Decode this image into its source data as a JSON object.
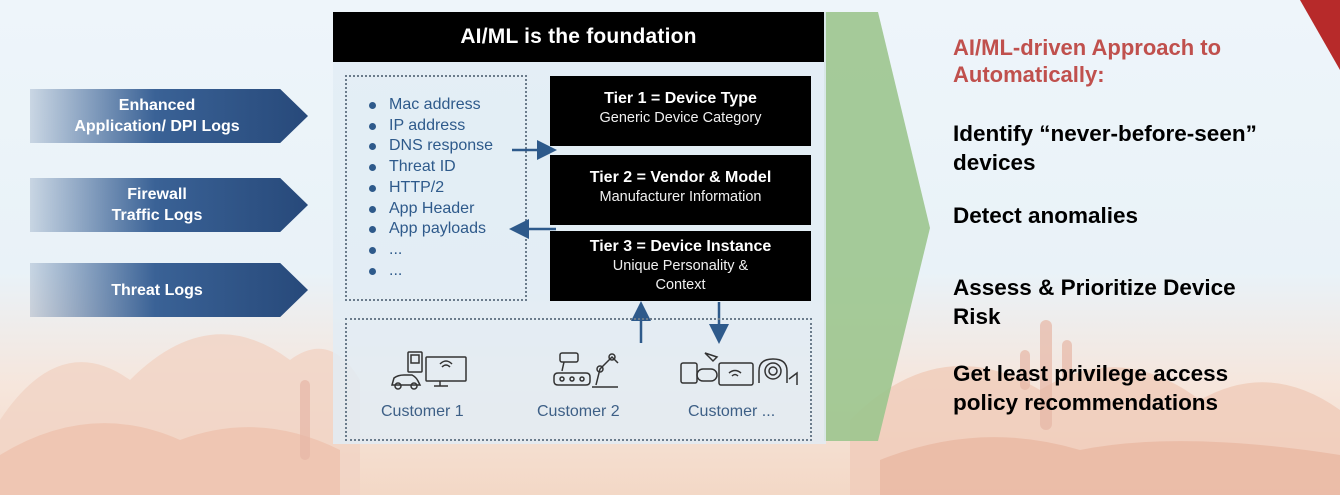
{
  "header": {
    "title": "AI/ML  is the foundation"
  },
  "sources": [
    {
      "label_line1": "Enhanced",
      "label_line2": "Application/ DPI Logs"
    },
    {
      "label_line1": "Firewall",
      "label_line2": "Traffic Logs"
    },
    {
      "label_line1": "Threat Logs",
      "label_line2": ""
    }
  ],
  "features": [
    "Mac address",
    "IP address",
    "DNS response",
    "Threat ID",
    "HTTP/2",
    "App Header",
    "App payloads",
    "...",
    "..."
  ],
  "tiers": [
    {
      "title": "Tier 1 = Device Type",
      "sub1": "Generic Device Category",
      "sub2": ""
    },
    {
      "title": "Tier 2 = Vendor & Model",
      "sub1": "Manufacturer Information",
      "sub2": ""
    },
    {
      "title": "Tier 3 = Device Instance",
      "sub1": "Unique Personality &",
      "sub2": "Context"
    }
  ],
  "customers": [
    {
      "label": "Customer 1",
      "icon": "car-kiosk-tv-icon"
    },
    {
      "label": "Customer 2",
      "icon": "camera-robot-arm-icon"
    },
    {
      "label": "Customer ...",
      "icon": "medical-devices-icon"
    }
  ],
  "right": {
    "title_line1": "AI/ML-driven Approach to",
    "title_line2": "Automatically:",
    "items": [
      {
        "line1": "Identify “never-before-seen”",
        "line2": "devices"
      },
      {
        "line1": "Detect anomalies",
        "line2": ""
      },
      {
        "line1": "Assess & Prioritize Device",
        "line2": "Risk"
      },
      {
        "line1": "Get least privilege access",
        "line2": "policy recommendations"
      }
    ]
  },
  "colors": {
    "accent_red": "#c0504d",
    "arrow_blue": "#2e5a8b",
    "chevron_green": "#9cc58e"
  }
}
